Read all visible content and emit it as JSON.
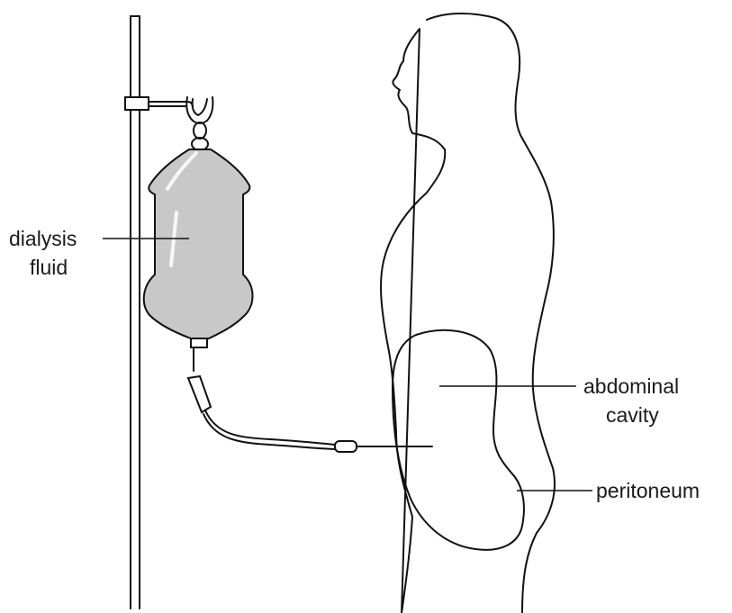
{
  "labels": {
    "dialysis_fluid_line1": "dialysis",
    "dialysis_fluid_line2": "fluid",
    "abdominal_cavity_line1": "abdominal",
    "abdominal_cavity_line2": "cavity",
    "peritoneum": "peritoneum"
  },
  "colors": {
    "bag_fill": "#c8c8c8",
    "outline": "#111111",
    "background": "#ffffff"
  }
}
